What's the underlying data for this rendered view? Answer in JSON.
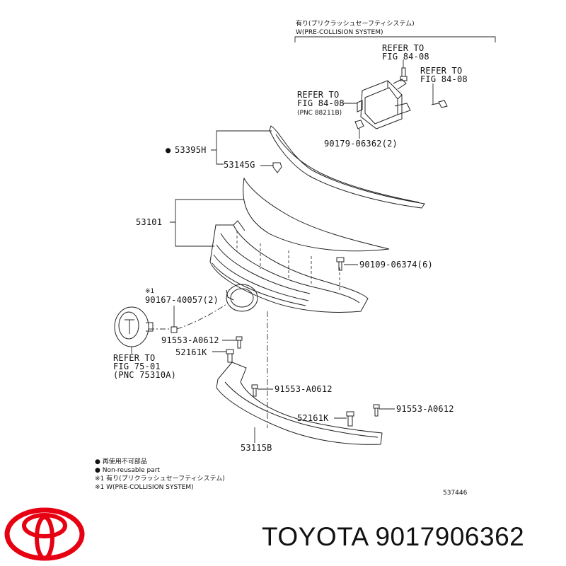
{
  "header": {
    "condition_jp": "有り(プリクラッシュセーフティシステム)",
    "condition_en": "W(PRE-COLLISION SYSTEM)"
  },
  "callouts": {
    "refer_top_1": "REFER TO",
    "refer_top_2": "FIG 84-08",
    "refer_right_1": "REFER TO",
    "refer_right_2": "FIG  84-08",
    "refer_left_1": "REFER TO",
    "refer_left_2": "FIG  84-08",
    "refer_left_3": "(PNC  88211B)",
    "p_9017906362": "90179-06362(2)",
    "p_53395h": "53395H",
    "p_53145g": "53145G",
    "p_53101": "53101",
    "p_9010906374": "90109-06374(6)",
    "note_mark": "※1",
    "p_9016740057": "90167-40057(2)",
    "p_91553_a": "91553-A0612",
    "p_52161k_a": "52161K",
    "refer_emblem_1": "REFER  TO",
    "refer_emblem_2": "FIG  75-01",
    "refer_emblem_3": "(PNC  75310A)",
    "p_91553_b": "91553-A0612",
    "p_52161k_b": "52161K",
    "p_91553_c": "91553-A0612",
    "p_53115b": "53115B"
  },
  "legend": {
    "line1": "● 再使用不可部品",
    "line2": "● Non-reusable part",
    "line3": "※1 有り(プリクラッシュセーフティシステム)",
    "line4": "※1 W(PRE-COLLISION SYSTEM)"
  },
  "diagram_id": "537446",
  "brand": {
    "text": "TOYOTA 9017906362",
    "logo_color": "#e60012"
  }
}
